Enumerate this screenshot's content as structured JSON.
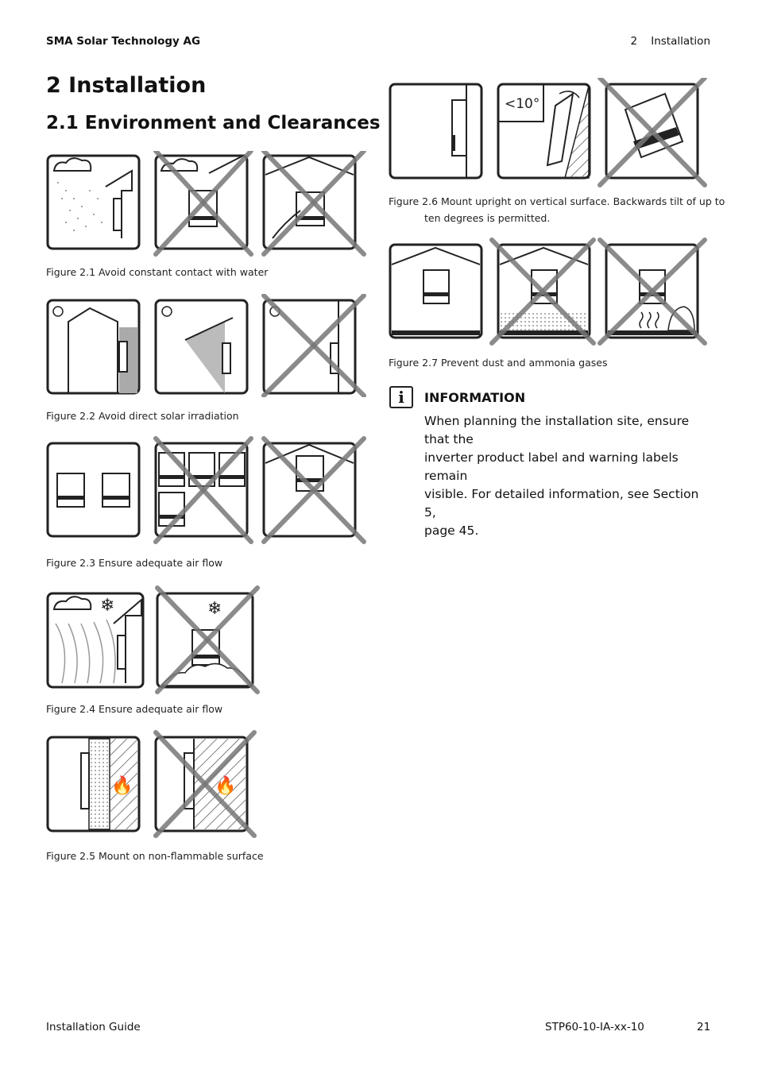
{
  "header": {
    "company": "SMA Solar Technology AG",
    "chapter": "2    Installation"
  },
  "headings": {
    "chapter": "2  Installation",
    "section": "2.1  Environment and Clearances"
  },
  "figures": {
    "f1": {
      "caption": "Figure 2.1 Avoid constant contact with water"
    },
    "f2": {
      "caption": "Figure 2.2 Avoid direct solar irradiation"
    },
    "f3": {
      "caption": "Figure 2.3 Ensure adequate air flow"
    },
    "f4": {
      "caption": "Figure 2.4 Ensure adequate air flow"
    },
    "f5": {
      "caption": "Figure 2.5 Mount on non-flammable surface"
    },
    "f6": {
      "caption_line1": "Figure 2.6 Mount upright on vertical surface. Backwards tilt of up to",
      "caption_line2": "ten degrees is permitted.",
      "tilt_label": "<10°"
    },
    "f7": {
      "caption": "Figure 2.7 Prevent dust and ammonia gases"
    }
  },
  "info": {
    "title": "INFORMATION",
    "lines": [
      "When planning the installation site, ensure that the",
      "inverter product label and warning labels remain",
      "visible. For detailed information, see Section 5,",
      "page 45."
    ]
  },
  "footer": {
    "left": "Installation Guide",
    "doc_id": "STP60-10-IA-xx-10",
    "page": "21"
  }
}
